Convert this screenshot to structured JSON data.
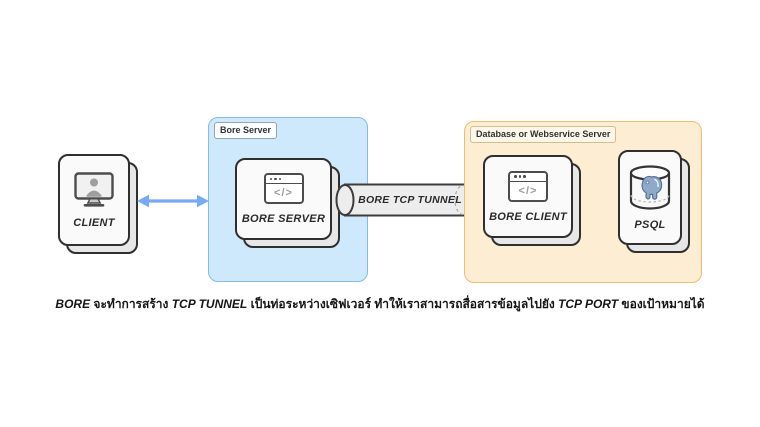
{
  "colors": {
    "background": "#ffffff",
    "blue_group_fill": "#cfe9fc",
    "blue_group_border": "#84bbe8",
    "orange_group_fill": "#fdeed3",
    "orange_group_border": "#f0bc72",
    "card_fill": "#fafafa",
    "card_shadow_fill": "#e7e7e7",
    "card_border": "#2f2f2f",
    "arrow_blue": "#78a9f7",
    "tunnel_fill": "#ededed",
    "tunnel_border": "#3d3d3d",
    "elephant_blue": "#8fa9c9"
  },
  "groups": {
    "bore_server": {
      "label": "Bore Server"
    },
    "database": {
      "label": "Database or Webservice Server"
    }
  },
  "nodes": {
    "client": {
      "label": "CLIENT",
      "icon": "monitor-user-icon"
    },
    "bore_server": {
      "label": "BORE SERVER",
      "icon": "code-window-icon"
    },
    "bore_client": {
      "label": "BORE CLIENT",
      "icon": "code-window-icon"
    },
    "psql": {
      "label": "PSQL",
      "icon": "postgres-database-icon"
    }
  },
  "tunnel": {
    "label": "BORE TCP TUNNEL"
  },
  "icons": {
    "code_glyph": "</>"
  },
  "caption": {
    "segments": [
      {
        "text": "BORE",
        "italic": true
      },
      {
        "text": " จะทำการสร้าง ",
        "italic": false
      },
      {
        "text": "TCP TUNNEL",
        "italic": true
      },
      {
        "text": " เป็นท่อระหว่างเซิฟเวอร์ ทำให้เราสามารถสื่อสารข้อมูลไปยัง ",
        "italic": false
      },
      {
        "text": "TCP PORT",
        "italic": true
      },
      {
        "text": " ของเป้าหมายได้",
        "italic": false
      }
    ]
  }
}
